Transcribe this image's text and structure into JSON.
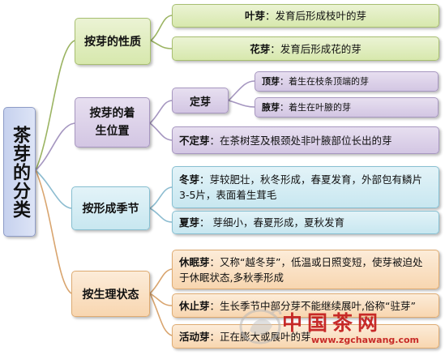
{
  "root": {
    "label": "茶芽的分类"
  },
  "categories": [
    {
      "label": "按芽的性质",
      "items": [
        {
          "term": "叶芽",
          "desc": "：发育后形成枝叶的芽"
        },
        {
          "term": "花芽",
          "desc": "：发育后形成花的芽"
        }
      ]
    },
    {
      "label": "按芽的着生位置",
      "sub": {
        "label": "定芽",
        "items": [
          {
            "term": "顶芽",
            "desc": "：着生在枝条顶端的芽"
          },
          {
            "term": "腋芽",
            "desc": "：着生在叶腋的芽"
          }
        ]
      },
      "items": [
        {
          "term": "不定芽",
          "desc": "：在茶树茎及根颈处非叶腋部位长出的芽"
        }
      ]
    },
    {
      "label": "按形成季节",
      "items": [
        {
          "term": "冬芽",
          "desc": "：芽较肥壮，秋冬形成，春夏发育，外部包有鳞片3-5片，表面着生茸毛"
        },
        {
          "term": "夏芽",
          "desc": "：   芽细小，春夏形成，夏秋发育"
        }
      ]
    },
    {
      "label": "按生理状态",
      "items": [
        {
          "term": "休眠芽",
          "desc": "：又称“越冬芽”，低温或日照变短，使芽被迫处于休眠状态,多秋季形成"
        },
        {
          "term": "休止芽",
          "desc": "：生长季节中部分芽不能继续展叶,俗称“驻芽”"
        },
        {
          "term": "活动芽",
          "desc": "：正在膨大或展叶的芽"
        }
      ]
    }
  ],
  "watermark": {
    "brand": "中国茶网",
    "url": "www.zgchawang.com"
  }
}
